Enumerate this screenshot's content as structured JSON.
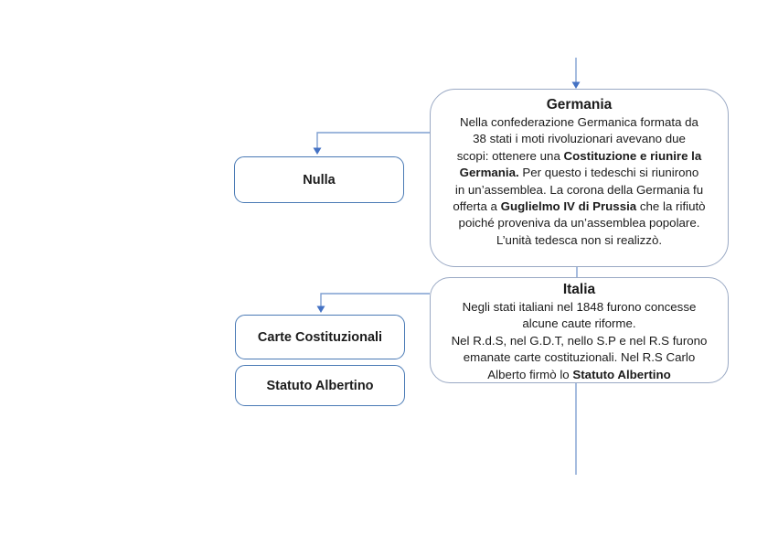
{
  "colors": {
    "background": "#ffffff",
    "connector_line": "#7f9fd1",
    "arrowhead": "#4472c4",
    "large_box_border": "#9aa9c4",
    "small_box_border": "#4a7ab5",
    "text": "#1b1b1b"
  },
  "germania": {
    "title": "Germania",
    "lines": [
      [
        {
          "t": "Nella confederazione Germanica formata da"
        }
      ],
      [
        {
          "t": "38 stati i moti rivoluzionari avevano due"
        }
      ],
      [
        {
          "t": "scopi: ottenere una "
        },
        {
          "t": "Costituzione e riunire la",
          "b": true
        }
      ],
      [
        {
          "t": "Germania.",
          "b": true
        },
        {
          "t": " Per questo i tedeschi si riunirono"
        }
      ],
      [
        {
          "t": "in un’assemblea. La corona della Germania fu"
        }
      ],
      [
        {
          "t": "offerta a "
        },
        {
          "t": "Guglielmo IV di Prussia",
          "b": true
        },
        {
          "t": " che la rifiutò"
        }
      ],
      [
        {
          "t": "poiché proveniva da un’assemblea popolare."
        }
      ],
      [
        {
          "t": "L’unità tedesca non si realizzò."
        }
      ]
    ]
  },
  "italia": {
    "title": "Italia",
    "lines": [
      [
        {
          "t": "Negli stati italiani nel 1848 furono concesse"
        }
      ],
      [
        {
          "t": "alcune caute riforme."
        }
      ],
      [
        {
          "t": "Nel R.d.S, nel G.D.T, nello S.P e nel R.S furono"
        }
      ],
      [
        {
          "t": "emanate carte costituzionali. Nel R.S Carlo"
        }
      ],
      [
        {
          "t": "Alberto firmò lo "
        },
        {
          "t": "Statuto Albertino",
          "b": true
        }
      ]
    ]
  },
  "nulla": {
    "label": "Nulla"
  },
  "carte": {
    "label": "Carte Costituzionali"
  },
  "statuto": {
    "label": "Statuto Albertino"
  }
}
